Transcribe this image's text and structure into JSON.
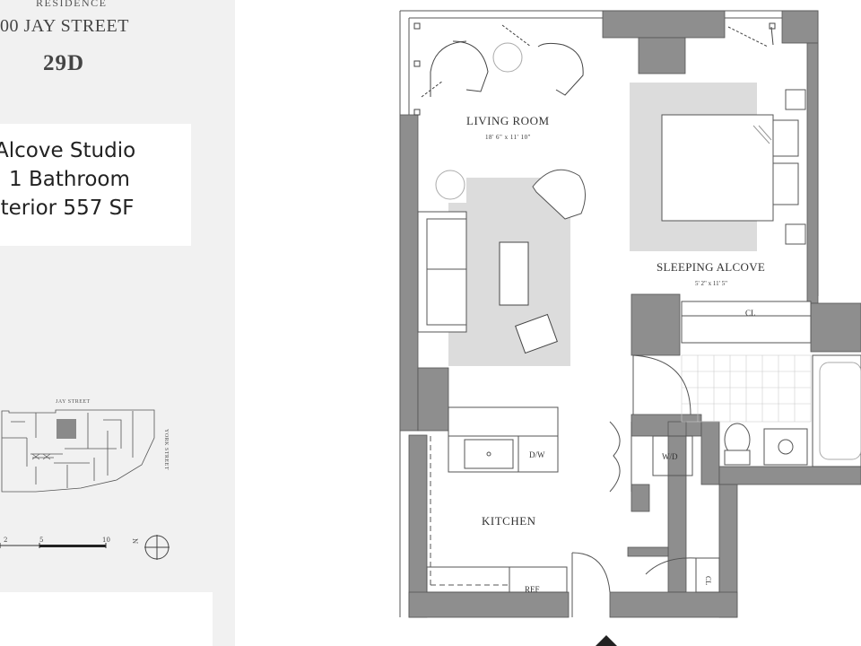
{
  "header": {
    "residence_label": "RESIDENCE",
    "address": "00 JAY STREET",
    "unit": "29D"
  },
  "info": {
    "type": "Alcove Studio",
    "bathrooms": "1 Bathroom",
    "interior": "nterior 557 SF"
  },
  "key_plan": {
    "street_top": "JAY STREET",
    "street_side": "YORK STREET"
  },
  "scale": {
    "labels": [
      "2",
      "5",
      "10"
    ],
    "north": "N"
  },
  "rooms": {
    "living_room": {
      "name": "LIVING ROOM",
      "dims": "18' 6\" x 11' 10\""
    },
    "sleeping_alcove": {
      "name": "SLEEPING ALCOVE",
      "dims": "5' 2\" x 11' 5\""
    },
    "kitchen": {
      "name": "KITCHEN"
    }
  },
  "fixtures": {
    "dishwasher": "D/W",
    "washer_dryer": "W/D",
    "refrigerator": "REF",
    "closet_1": "CL",
    "closet_2": "CL"
  },
  "colors": {
    "wall": "#8e8e8e",
    "wall_edge": "#555555",
    "rug": "#dcdcdc",
    "sidebar_bg": "#f1f1f1"
  }
}
